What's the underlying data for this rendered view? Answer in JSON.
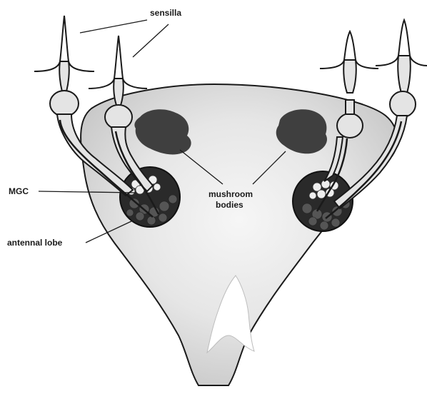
{
  "labels": {
    "sensilla": "sensilla",
    "mgc": "MGC",
    "antennal_lobe": "antennal lobe",
    "mushroom_line1": "mushroom",
    "mushroom_line2": "bodies"
  },
  "colors": {
    "brain_fill": "#dedede",
    "brain_center": "#f4f4f4",
    "mushroom_body": "#3f3f3f",
    "lobe_fill": "#2a2a2a",
    "glomerulus_dark": "#4b4b4b",
    "mgc_light": "#e8e8e8",
    "sensillum_fill": "#e4e4e4",
    "line": "#1a1a1a"
  }
}
